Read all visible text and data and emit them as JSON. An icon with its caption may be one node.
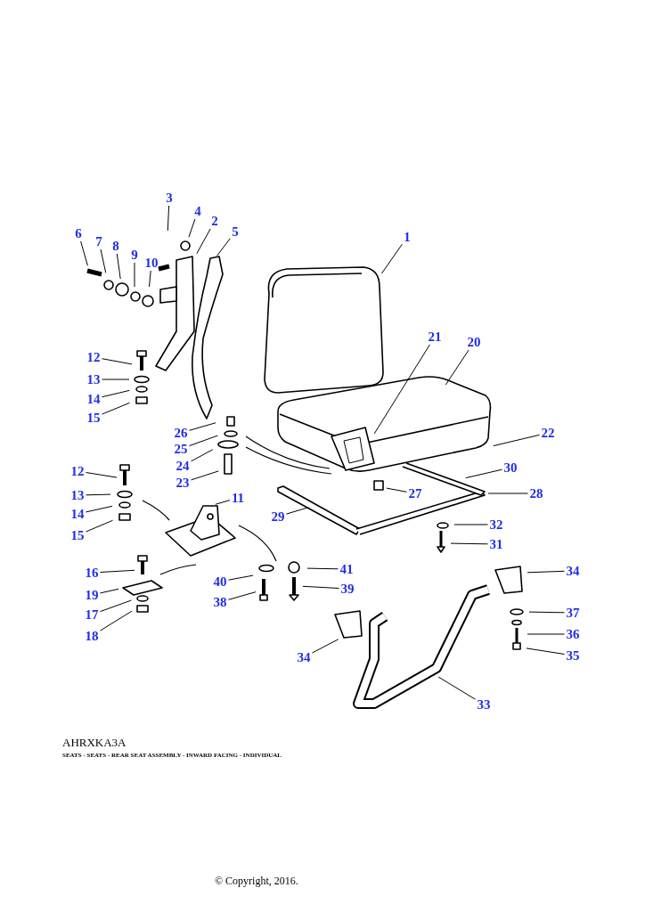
{
  "diagram": {
    "nodes": [
      {
        "text": [
          "3"
        ]
      },
      {
        "text": [
          "4"
        ]
      },
      {
        "text": [
          "2"
        ]
      },
      {
        "text": [
          "5"
        ]
      },
      {
        "text": [
          "1"
        ]
      },
      {
        "text": [
          "6"
        ]
      },
      {
        "text": [
          "7"
        ]
      },
      {
        "text": [
          "8"
        ]
      },
      {
        "text": [
          "9"
        ]
      },
      {
        "text": [
          "10"
        ]
      },
      {
        "text": [
          "21"
        ]
      },
      {
        "text": [
          "20"
        ]
      },
      {
        "text": [
          "12"
        ]
      },
      {
        "text": [
          "13"
        ]
      },
      {
        "text": [
          "14"
        ]
      },
      {
        "text": [
          "15"
        ]
      },
      {
        "text": [
          "26"
        ]
      },
      {
        "text": [
          "25"
        ]
      },
      {
        "text": [
          "24"
        ]
      },
      {
        "text": [
          "22"
        ]
      },
      {
        "text": [
          "23"
        ]
      },
      {
        "text": [
          "30"
        ]
      },
      {
        "text": [
          "12"
        ]
      },
      {
        "text": [
          "13"
        ]
      },
      {
        "text": [
          "27"
        ]
      },
      {
        "text": [
          "28"
        ]
      },
      {
        "text": [
          "11"
        ]
      },
      {
        "text": [
          "14"
        ]
      },
      {
        "text": [
          "29"
        ]
      },
      {
        "text": [
          "15"
        ]
      },
      {
        "text": [
          "32"
        ]
      },
      {
        "text": [
          "31"
        ]
      },
      {
        "text": [
          "16"
        ]
      },
      {
        "text": [
          "41"
        ]
      },
      {
        "text": [
          "34"
        ]
      },
      {
        "text": [
          "40"
        ]
      },
      {
        "text": [
          "39"
        ]
      },
      {
        "text": [
          "19"
        ]
      },
      {
        "text": [
          "38"
        ]
      },
      {
        "text": [
          "17"
        ]
      },
      {
        "text": [
          "37"
        ]
      },
      {
        "text": [
          "18"
        ]
      },
      {
        "text": [
          "36"
        ]
      },
      {
        "text": [
          "34"
        ]
      },
      {
        "text": [
          "35"
        ]
      },
      {
        "text": [
          "33"
        ]
      }
    ],
    "edges": [
      {
        "from": 0,
        "to": null,
        "arrow": "none"
      },
      {
        "from": 1,
        "to": null,
        "arrow": "none"
      },
      {
        "from": 2,
        "to": null,
        "arrow": "none"
      },
      {
        "from": 3,
        "to": null,
        "arrow": "none"
      },
      {
        "from": 4,
        "to": null,
        "arrow": "none"
      },
      {
        "from": 5,
        "to": null,
        "arrow": "none"
      },
      {
        "from": 6,
        "to": null,
        "arrow": "none"
      },
      {
        "from": 7,
        "to": null,
        "arrow": "none"
      },
      {
        "from": 8,
        "to": null,
        "arrow": "none"
      },
      {
        "from": 9,
        "to": null,
        "arrow": "none"
      },
      {
        "from": 10,
        "to": null,
        "arrow": "none"
      },
      {
        "from": 11,
        "to": null,
        "arrow": "none"
      },
      {
        "from": 12,
        "to": null,
        "arrow": "none"
      },
      {
        "from": 13,
        "to": null,
        "arrow": "none"
      },
      {
        "from": 14,
        "to": null,
        "arrow": "none"
      },
      {
        "from": 15,
        "to": null,
        "arrow": "none"
      },
      {
        "from": 16,
        "to": null,
        "arrow": "none"
      },
      {
        "from": 17,
        "to": null,
        "arrow": "none"
      },
      {
        "from": 18,
        "to": null,
        "arrow": "none"
      },
      {
        "from": 19,
        "to": null,
        "arrow": "none"
      },
      {
        "from": 20,
        "to": null,
        "arrow": "none"
      },
      {
        "from": 21,
        "to": null,
        "arrow": "none"
      },
      {
        "from": 22,
        "to": null,
        "arrow": "none"
      },
      {
        "from": 23,
        "to": null,
        "arrow": "none"
      },
      {
        "from": 24,
        "to": null,
        "arrow": "none"
      },
      {
        "from": 25,
        "to": null,
        "arrow": "none"
      },
      {
        "from": 26,
        "to": null,
        "arrow": "none"
      },
      {
        "from": 27,
        "to": null,
        "arrow": "none"
      },
      {
        "from": 28,
        "to": null,
        "arrow": "none"
      },
      {
        "from": 29,
        "to": null,
        "arrow": "none"
      },
      {
        "from": 30,
        "to": null,
        "arrow": "none"
      },
      {
        "from": 31,
        "to": null,
        "arrow": "none"
      },
      {
        "from": 32,
        "to": null,
        "arrow": "none"
      },
      {
        "from": 33,
        "to": null,
        "arrow": "none"
      },
      {
        "from": 34,
        "to": null,
        "arrow": "none"
      },
      {
        "from": 35,
        "to": null,
        "arrow": "none"
      },
      {
        "from": 36,
        "to": null,
        "arrow": "none"
      },
      {
        "from": 37,
        "to": null,
        "arrow": "none"
      },
      {
        "from": 38,
        "to": null,
        "arrow": "none"
      },
      {
        "from": 39,
        "to": null,
        "arrow": "none"
      },
      {
        "from": 40,
        "to": null,
        "arrow": "none"
      },
      {
        "from": 41,
        "to": null,
        "arrow": "none"
      },
      {
        "from": 42,
        "to": null,
        "arrow": "none"
      },
      {
        "from": 43,
        "to": null,
        "arrow": "none"
      },
      {
        "from": 44,
        "to": null,
        "arrow": "none"
      },
      {
        "from": 45,
        "to": null,
        "arrow": "none"
      }
    ],
    "labels": [
      "AHRXKA3A",
      "SEATS - SEATS - REAR SEAT ASSEMBLY - INWARD FACING - INDIVIDUAL",
      "© Copyright, 2016."
    ]
  }
}
